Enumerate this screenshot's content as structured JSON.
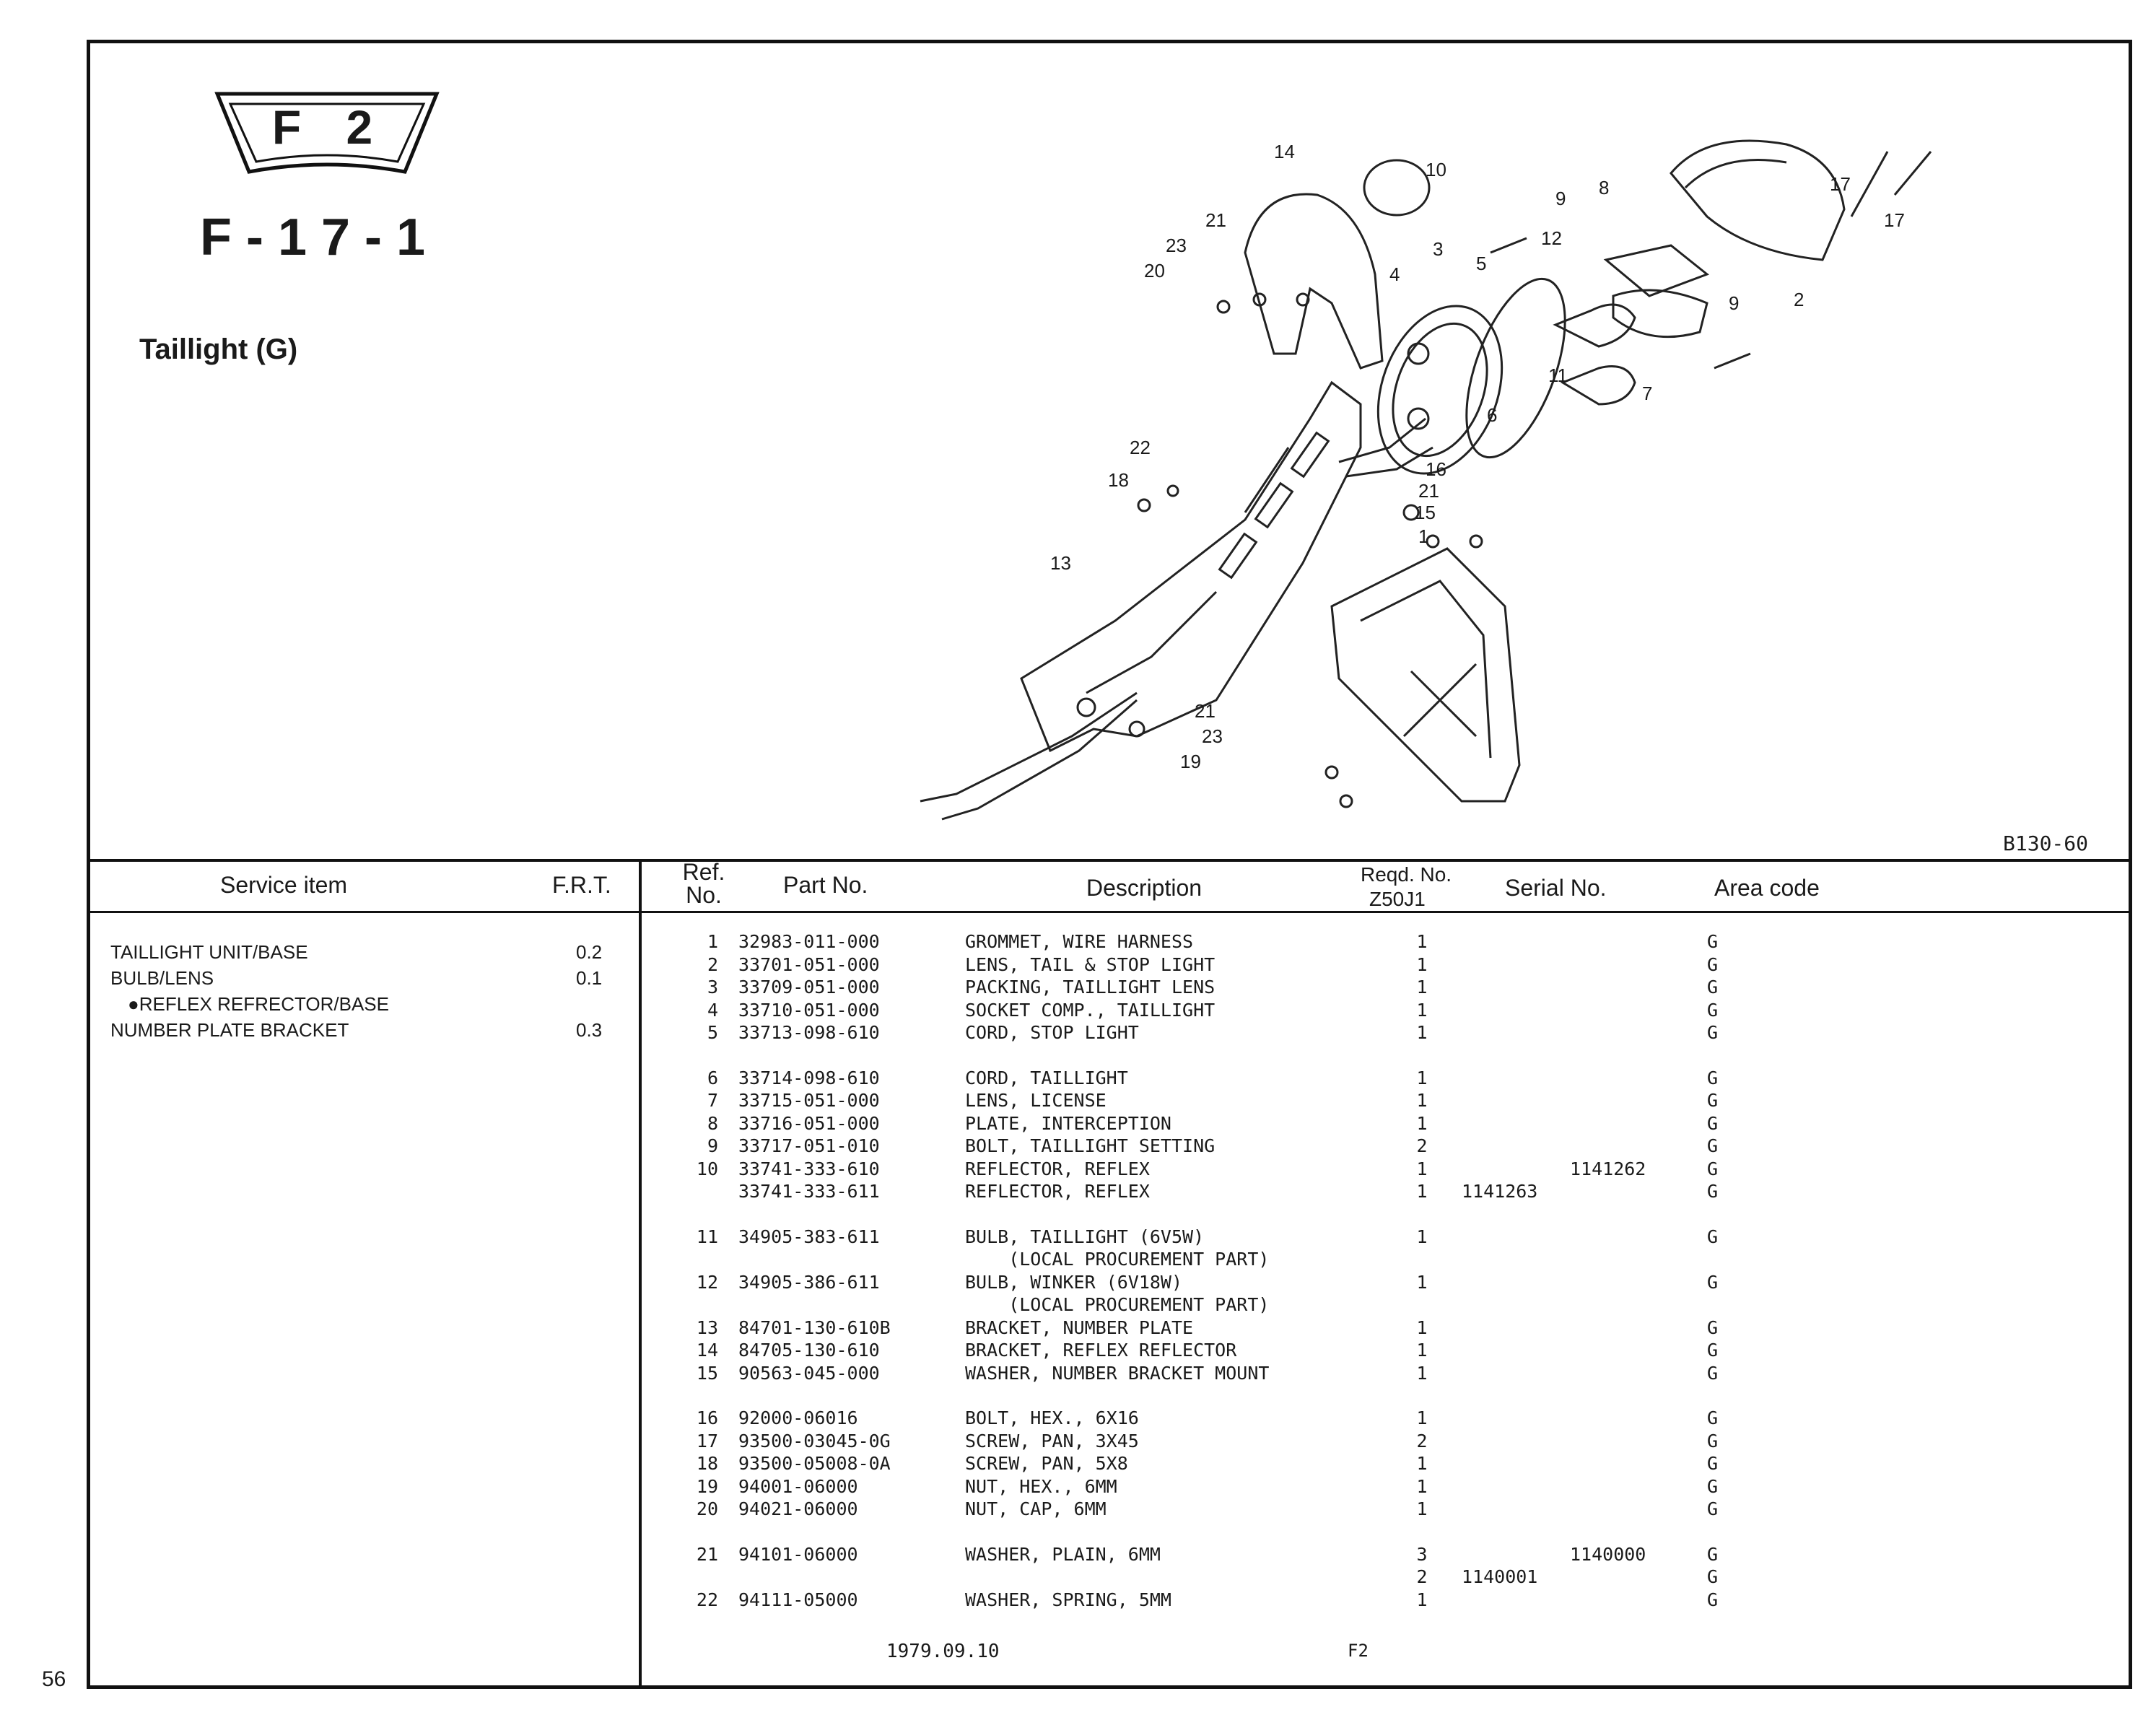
{
  "page_number": "56",
  "header": {
    "section_badge": "F 2",
    "section_code": "F-17-1",
    "title": "Taillight (G)"
  },
  "diagram": {
    "code": "B130-60",
    "callouts": [
      "14",
      "10",
      "9",
      "8",
      "17",
      "17",
      "21",
      "23",
      "20",
      "3",
      "12",
      "5",
      "4",
      "2",
      "9",
      "11",
      "6",
      "7",
      "22",
      "16",
      "18",
      "21",
      "15",
      "1",
      "13",
      "21",
      "23",
      "19"
    ]
  },
  "table": {
    "headers": {
      "service_item": "Service item",
      "frt": "F.R.T.",
      "ref_no": "Ref.\nNo.",
      "part_no": "Part No.",
      "description": "Description",
      "reqd_no": "Reqd. No.",
      "model": "Z50J1",
      "serial_no": "Serial No.",
      "area_code": "Area code"
    },
    "service_items": [
      {
        "name": "TAILLIGHT UNIT/BASE",
        "frt": "0.2"
      },
      {
        "name": "BULB/LENS",
        "frt": "0.1"
      },
      {
        "name": "●REFLEX REFRECTOR/BASE",
        "frt": ""
      },
      {
        "name": "NUMBER PLATE BRACKET",
        "frt": "0.3"
      }
    ],
    "parts": [
      {
        "ref": "1",
        "part": "32983-011-000",
        "desc": "GROMMET, WIRE HARNESS",
        "req": "1",
        "s1": "",
        "s2": "",
        "area": "G"
      },
      {
        "ref": "2",
        "part": "33701-051-000",
        "desc": "LENS, TAIL & STOP LIGHT",
        "req": "1",
        "s1": "",
        "s2": "",
        "area": "G"
      },
      {
        "ref": "3",
        "part": "33709-051-000",
        "desc": "PACKING, TAILLIGHT LENS",
        "req": "1",
        "s1": "",
        "s2": "",
        "area": "G"
      },
      {
        "ref": "4",
        "part": "33710-051-000",
        "desc": "SOCKET COMP., TAILLIGHT",
        "req": "1",
        "s1": "",
        "s2": "",
        "area": "G"
      },
      {
        "ref": "5",
        "part": "33713-098-610",
        "desc": "CORD, STOP LIGHT",
        "req": "1",
        "s1": "",
        "s2": "",
        "area": "G"
      },
      {
        "ref": "6",
        "part": "33714-098-610",
        "desc": "CORD, TAILLIGHT",
        "req": "1",
        "s1": "",
        "s2": "",
        "area": "G",
        "gap": true
      },
      {
        "ref": "7",
        "part": "33715-051-000",
        "desc": "LENS, LICENSE",
        "req": "1",
        "s1": "",
        "s2": "",
        "area": "G"
      },
      {
        "ref": "8",
        "part": "33716-051-000",
        "desc": "PLATE, INTERCEPTION",
        "req": "1",
        "s1": "",
        "s2": "",
        "area": "G"
      },
      {
        "ref": "9",
        "part": "33717-051-010",
        "desc": "BOLT, TAILLIGHT SETTING",
        "req": "2",
        "s1": "",
        "s2": "",
        "area": "G"
      },
      {
        "ref": "10",
        "part": "33741-333-610",
        "desc": "REFLECTOR, REFLEX",
        "req": "1",
        "s1": "",
        "s2": "1141262",
        "area": "G"
      },
      {
        "ref": "",
        "part": "33741-333-611",
        "desc": "REFLECTOR, REFLEX",
        "req": "1",
        "s1": "1141263",
        "s2": "",
        "area": "G"
      },
      {
        "ref": "11",
        "part": "34905-383-611",
        "desc": "BULB, TAILLIGHT (6V5W)",
        "req": "1",
        "s1": "",
        "s2": "",
        "area": "G",
        "gap": true
      },
      {
        "ref": "",
        "part": "",
        "desc": "    (LOCAL PROCUREMENT PART)",
        "req": "",
        "s1": "",
        "s2": "",
        "area": ""
      },
      {
        "ref": "12",
        "part": "34905-386-611",
        "desc": "BULB, WINKER (6V18W)",
        "req": "1",
        "s1": "",
        "s2": "",
        "area": "G"
      },
      {
        "ref": "",
        "part": "",
        "desc": "    (LOCAL PROCUREMENT PART)",
        "req": "",
        "s1": "",
        "s2": "",
        "area": ""
      },
      {
        "ref": "13",
        "part": "84701-130-610B",
        "desc": "BRACKET, NUMBER PLATE",
        "req": "1",
        "s1": "",
        "s2": "",
        "area": "G"
      },
      {
        "ref": "14",
        "part": "84705-130-610",
        "desc": "BRACKET, REFLEX REFLECTOR",
        "req": "1",
        "s1": "",
        "s2": "",
        "area": "G"
      },
      {
        "ref": "15",
        "part": "90563-045-000",
        "desc": "WASHER, NUMBER BRACKET MOUNT",
        "req": "1",
        "s1": "",
        "s2": "",
        "area": "G"
      },
      {
        "ref": "16",
        "part": "92000-06016",
        "desc": "BOLT, HEX., 6X16",
        "req": "1",
        "s1": "",
        "s2": "",
        "area": "G",
        "gap": true
      },
      {
        "ref": "17",
        "part": "93500-03045-0G",
        "desc": "SCREW, PAN, 3X45",
        "req": "2",
        "s1": "",
        "s2": "",
        "area": "G"
      },
      {
        "ref": "18",
        "part": "93500-05008-0A",
        "desc": "SCREW, PAN, 5X8",
        "req": "1",
        "s1": "",
        "s2": "",
        "area": "G"
      },
      {
        "ref": "19",
        "part": "94001-06000",
        "desc": "NUT, HEX., 6MM",
        "req": "1",
        "s1": "",
        "s2": "",
        "area": "G"
      },
      {
        "ref": "20",
        "part": "94021-06000",
        "desc": "NUT, CAP, 6MM",
        "req": "1",
        "s1": "",
        "s2": "",
        "area": "G"
      },
      {
        "ref": "21",
        "part": "94101-06000",
        "desc": "WASHER, PLAIN, 6MM",
        "req": "3",
        "s1": "",
        "s2": "1140000",
        "area": "G",
        "gap": true
      },
      {
        "ref": "",
        "part": "",
        "desc": "",
        "req": "2",
        "s1": "1140001",
        "s2": "",
        "area": "G"
      },
      {
        "ref": "22",
        "part": "94111-05000",
        "desc": "WASHER, SPRING, 5MM",
        "req": "1",
        "s1": "",
        "s2": "",
        "area": "G"
      }
    ],
    "footer_date": "1979.09.10",
    "footer_code": "F2"
  }
}
